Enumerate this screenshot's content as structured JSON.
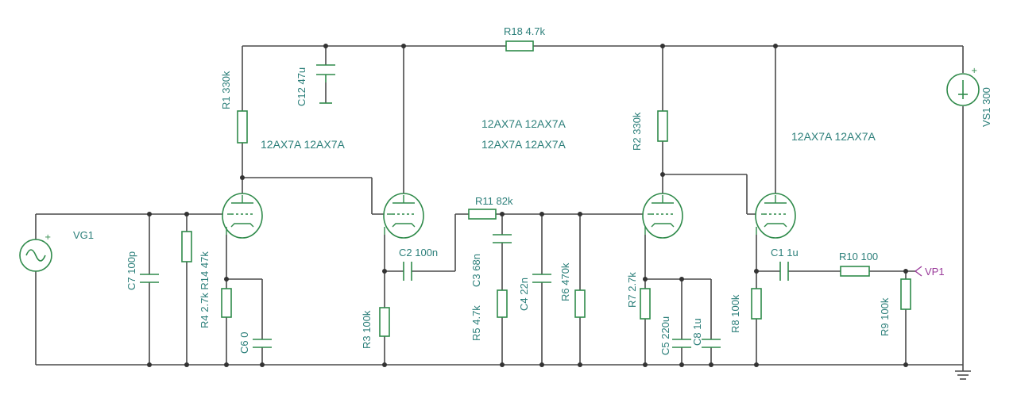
{
  "labels": {
    "r18": "R18 4.7k",
    "r1": "R1 330k",
    "c12": "C12 47u",
    "vs1": "VS1 300",
    "r2": "R2 330k",
    "tubes_left": "12AX7A 12AX7A",
    "tubes_center_1": "12AX7A 12AX7A",
    "tubes_center_2": "12AX7A 12AX7A",
    "tubes_right": "12AX7A 12AX7A",
    "vg1": "VG1",
    "c7": "C7 100p",
    "r4r14": "R4 2.7k  R14 47k",
    "c6": "C6 0",
    "r3": "R3 100k",
    "c2": "C2 100n",
    "r11": "R11 82k",
    "c3": "C3 68n",
    "r5": "R5 4.7k",
    "c4": "C4 22n",
    "r6": "R6 470k",
    "r7": "R7 2.7k",
    "c5": "C5 220u",
    "c8": "C8 1u",
    "r8": "R8 100k",
    "c1": "C1 1u",
    "r10": "R10 100",
    "vp1": "VP1",
    "r9": "R9 100k"
  },
  "colors": {
    "wire": "#4a4a4a",
    "component": "#2f8a4a",
    "label": "#2c7f7a",
    "probe": "#9a3a9a"
  }
}
